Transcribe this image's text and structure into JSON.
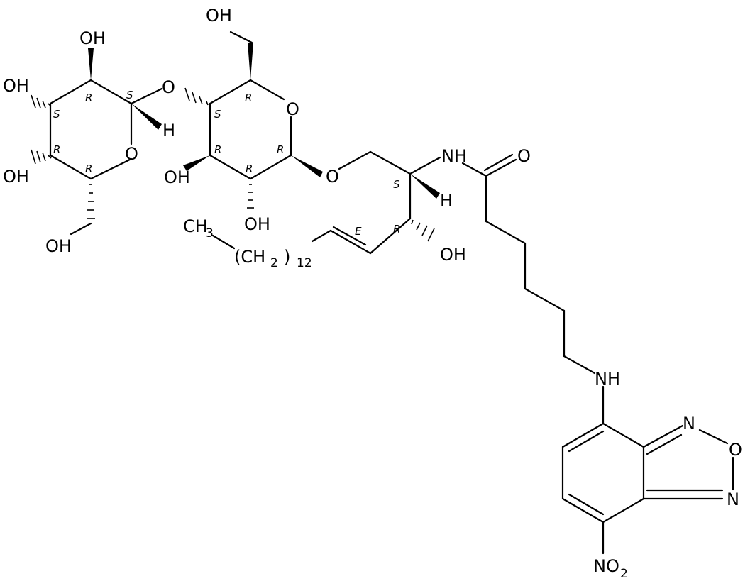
{
  "molecule": {
    "atoms": {
      "oh_gal_c2": "OH",
      "oh_gal_c3": "OH",
      "oh_gal_c4": "OH",
      "oh_gal_c6": "OH",
      "o_gal_ring": "O",
      "h_gal_c1": "H",
      "o_glycosidic": "O",
      "oh_glc_c6": "OH",
      "o_glc_ring": "O",
      "oh_glc_c3": "OH",
      "oh_glc_c2": "OH",
      "o_cer_link": "O",
      "nh_amide": "NH",
      "o_carbonyl": "O",
      "h_c2_ceramide": "H",
      "oh_c3_ceramide": "OH",
      "ch3_chain": "CH",
      "ch3_sub": "3",
      "ch2_repeat_open": "(CH",
      "ch2_repeat_sub": "2",
      "ch2_repeat_close": ")",
      "ch2_repeat_count": "12",
      "nh_nbd": "NH",
      "n_ring_upper": "N",
      "o_ring_oxadiazole": "O",
      "n_ring_lower": "N",
      "no2_text": "NO",
      "no2_sub": "2"
    },
    "stereo_labels": {
      "gal_c2": "R",
      "gal_c1": "S",
      "gal_c3": "S",
      "gal_c4": "R",
      "gal_c5": "R",
      "glc_c5": "R",
      "glc_c4": "S",
      "glc_c3": "R",
      "glc_c1": "R",
      "glc_c2": "R",
      "cer_c2": "S",
      "cer_c3": "R",
      "alkene": "E"
    }
  }
}
